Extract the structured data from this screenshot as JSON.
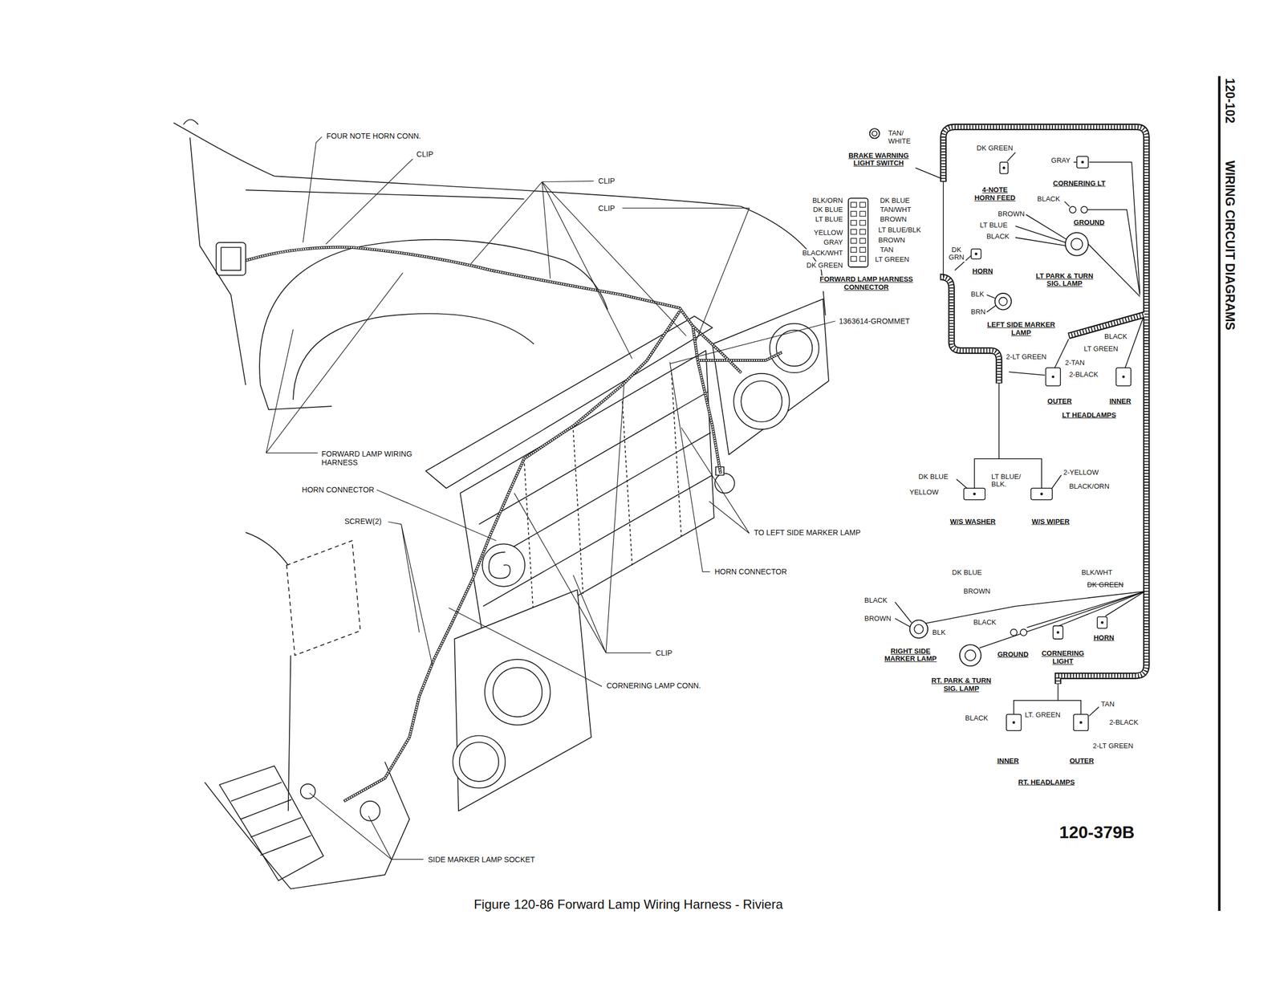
{
  "diagram": {
    "title": "WIRING CIRCUIT DIAGRAMS",
    "caption": "Figure 120-86 Forward Lamp Wiring Harness - Riviera",
    "labels": [
      "120-102",
      "FOUR NOTE HORN CONN.",
      "CLIP",
      "CLIP",
      "CLIP",
      "FORWARD LAMP WIRING HARNESS",
      "HORN CONNECTOR",
      "SCREW(2)",
      "1363614-GROMMET",
      "TO LEFT SIDE MARKER LAMP",
      "HORN CONNECTOR",
      "CLIP",
      "CORNERING LAMP CONN.",
      "SIDE MARKER LAMP SOCKET",
      "TAN/ WHITE",
      "BRAKE WARNING LIGHT SWITCH",
      "BLK/ORN",
      "DK BLUE",
      "LT BLUE",
      "YELLOW",
      "GRAY",
      "BLACK/WHT",
      "DK GREEN",
      "DK BLUE",
      "TAN/WHT",
      "BROWN",
      "LT BLUE/BLK",
      "BROWN",
      "TAN",
      "LT GREEN",
      "FORWARD LAMP HARNESS CONNECTOR",
      "DK GREEN",
      "4-NOTE HORN FEED",
      "GRAY",
      "CORNERING LT",
      "BLACK",
      "BROWN",
      "GROUND",
      "LT BLUE",
      "BLACK",
      "LT PARK & TURN SIG. LAMP",
      "DK GRN",
      "HORN",
      "BLK",
      "BRN",
      "LEFT SIDE MARKER LAMP",
      "BLACK",
      "LT GREEN",
      "2-LT GREEN",
      "2-TAN",
      "2-BLACK",
      "OUTER",
      "INNER",
      "LT HEADLAMPS",
      "DK BLUE",
      "YELLOW",
      "LT BLUE/ BLK.",
      "2-YELLOW",
      "BLACK/ORN",
      "W/S WASHER",
      "W/S WIPER",
      "DK BLUE",
      "BLK/WHT",
      "DK GREEN",
      "BROWN",
      "BLACK",
      "BROWN",
      "BLK",
      "BLACK",
      "HORN",
      "RIGHT SIDE MARKER LAMP",
      "GROUND",
      "CORNERING LIGHT",
      "RT. PARK & TURN SIG. LAMP",
      "TAN",
      "LT. GREEN",
      "BLACK",
      "2-BLACK",
      "2-LT GREEN",
      "INNER",
      "OUTER",
      "RT. HEADLAMPS",
      "120-379B"
    ]
  }
}
